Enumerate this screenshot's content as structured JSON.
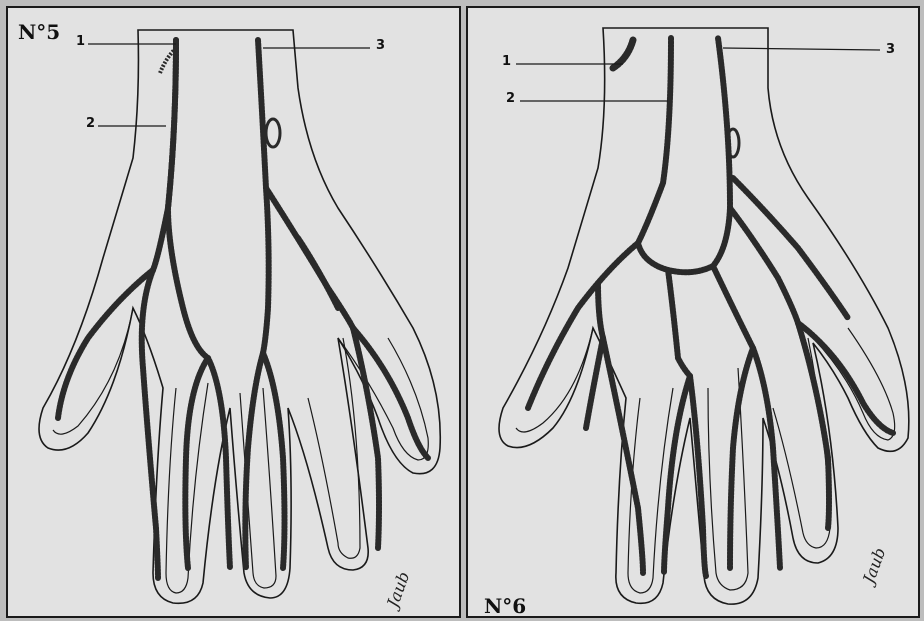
{
  "figures": [
    {
      "number": "N°5",
      "labels": [
        "1",
        "2",
        "3"
      ],
      "signature": "Jaub"
    },
    {
      "number": "N°6",
      "labels": [
        "1",
        "2",
        "3"
      ],
      "signature": "Jaub"
    }
  ],
  "colors": {
    "paper": "#e2e2e2",
    "ink": "#1a1a1a",
    "vessel": "#2a2a2a"
  }
}
